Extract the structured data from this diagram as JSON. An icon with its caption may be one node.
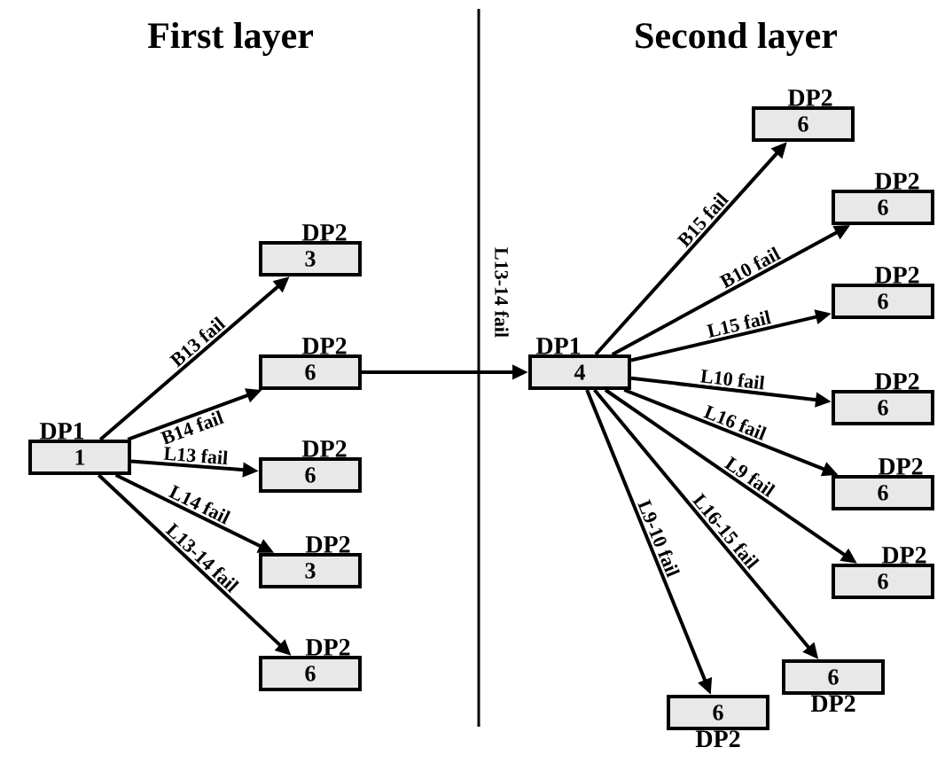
{
  "diagram": {
    "nodes": [
      {
        "text": [
          "DP1",
          "1"
        ]
      },
      {
        "text": [
          "DP2",
          "3"
        ]
      },
      {
        "text": [
          "DP2",
          "6"
        ]
      },
      {
        "text": [
          "DP2",
          "6"
        ]
      },
      {
        "text": [
          "DP2",
          "3"
        ]
      },
      {
        "text": [
          "DP2",
          "6"
        ]
      },
      {
        "text": [
          "DP1",
          "4"
        ]
      },
      {
        "text": [
          "DP2",
          "6"
        ]
      },
      {
        "text": [
          "DP2",
          "6"
        ]
      },
      {
        "text": [
          "DP2",
          "6"
        ]
      },
      {
        "text": [
          "DP2",
          "6"
        ]
      },
      {
        "text": [
          "DP2",
          "6"
        ]
      },
      {
        "text": [
          "DP2",
          "6"
        ]
      },
      {
        "text": [
          "6",
          "DP2"
        ]
      },
      {
        "text": [
          "6",
          "DP2"
        ]
      }
    ],
    "edges": [
      {
        "from": 0,
        "to": 1,
        "arrow": "to",
        "label": "B13 fail"
      },
      {
        "from": 0,
        "to": 2,
        "arrow": "to",
        "label": "B14 fail"
      },
      {
        "from": 0,
        "to": 3,
        "arrow": "to",
        "label": "L13 fail"
      },
      {
        "from": 0,
        "to": 4,
        "arrow": "to",
        "label": "L14 fail"
      },
      {
        "from": 0,
        "to": 5,
        "arrow": "to",
        "label": "L13-14 fail"
      },
      {
        "from": 2,
        "to": 6,
        "arrow": "to",
        "label": "L13-14 fail"
      },
      {
        "from": 6,
        "to": 7,
        "arrow": "to",
        "label": "B15 fail"
      },
      {
        "from": 6,
        "to": 8,
        "arrow": "to",
        "label": "B10 fail"
      },
      {
        "from": 6,
        "to": 9,
        "arrow": "to",
        "label": "L15 fail"
      },
      {
        "from": 6,
        "to": 10,
        "arrow": "to",
        "label": "L10 fail"
      },
      {
        "from": 6,
        "to": 11,
        "arrow": "to",
        "label": "L16 fail"
      },
      {
        "from": 6,
        "to": 12,
        "arrow": "to",
        "label": "L9 fail"
      },
      {
        "from": 6,
        "to": 13,
        "arrow": "to",
        "label": "L16-15 fail"
      },
      {
        "from": 6,
        "to": 14,
        "arrow": "to",
        "label": "L9-10 fail"
      }
    ],
    "labels": [
      "First layer",
      "Second layer"
    ]
  }
}
